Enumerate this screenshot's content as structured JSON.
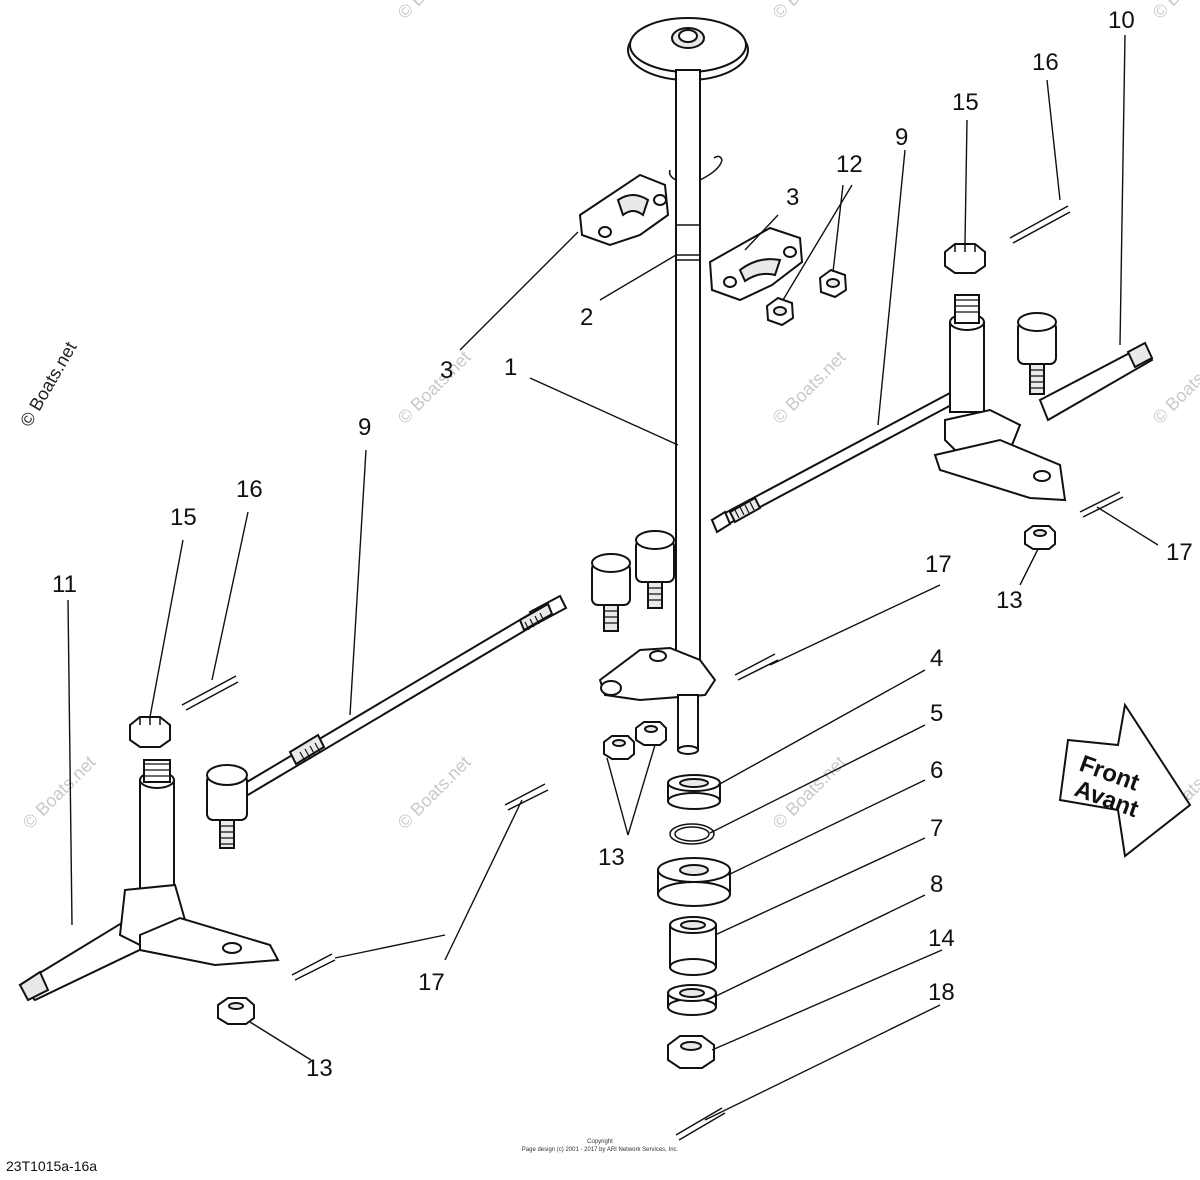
{
  "watermark": "© Boats.net",
  "front_arrow": {
    "line1": "Front",
    "line2": "Avant"
  },
  "callouts": {
    "c1": "1",
    "c2": "2",
    "c3a": "3",
    "c3b": "3",
    "c4": "4",
    "c5": "5",
    "c6": "6",
    "c7": "7",
    "c8": "8",
    "c9a": "9",
    "c9b": "9",
    "c10": "10",
    "c11": "11",
    "c12": "12",
    "c13a": "13",
    "c13b": "13",
    "c13c": "13",
    "c14": "14",
    "c15a": "15",
    "c15b": "15",
    "c16a": "16",
    "c16b": "16",
    "c17a": "17",
    "c17b": "17",
    "c17c": "17",
    "c18": "18"
  },
  "footer": {
    "code": "23T1015a-16a",
    "copyright_title": "Copyright",
    "copyright_text": "Page design (c) 2001 - 2017 by ARI Network Services, Inc."
  }
}
